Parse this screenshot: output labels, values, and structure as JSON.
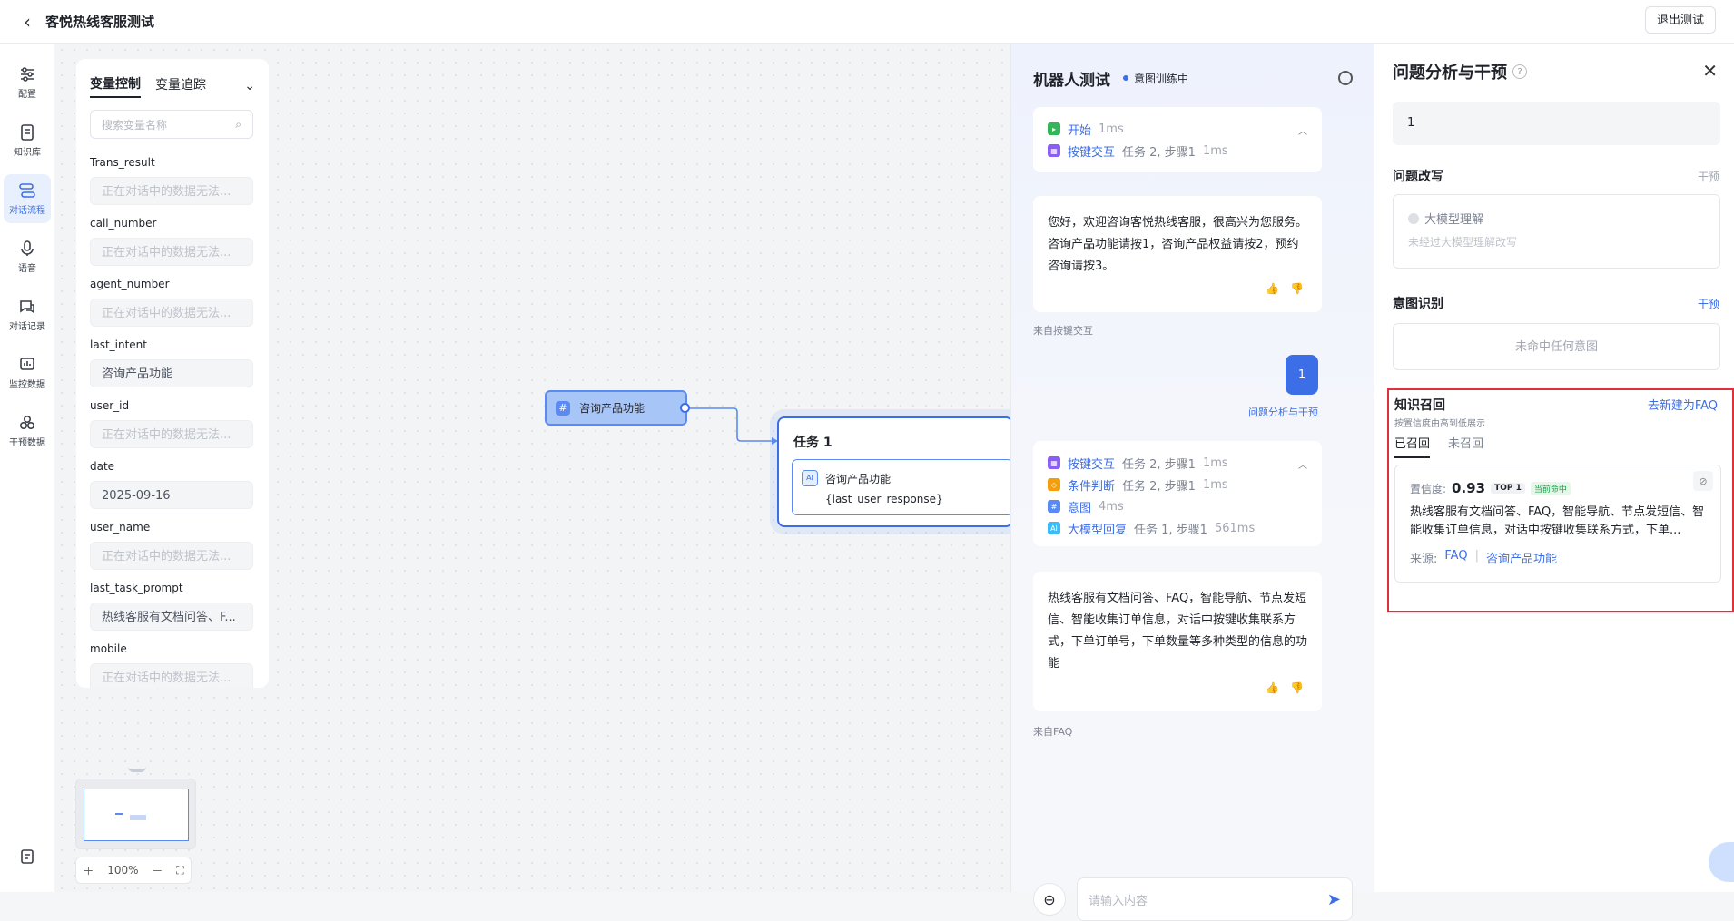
{
  "header": {
    "title": "客悦热线客服测试",
    "exit_label": "退出测试"
  },
  "nav": {
    "items": [
      {
        "label": "配置",
        "icon": "sliders-icon"
      },
      {
        "label": "知识库",
        "icon": "book-icon"
      },
      {
        "label": "对话流程",
        "icon": "flow-icon"
      },
      {
        "label": "语音",
        "icon": "mic-icon"
      },
      {
        "label": "对话记录",
        "icon": "chat-icon"
      },
      {
        "label": "监控数据",
        "icon": "monitor-icon"
      },
      {
        "label": "干预数据",
        "icon": "intervene-icon"
      }
    ]
  },
  "variables": {
    "tabs": [
      "变量控制",
      "变量追踪"
    ],
    "search_placeholder": "搜索变量名称",
    "items": [
      {
        "name": "Trans_result",
        "value": "正在对话中的数据无法..."
      },
      {
        "name": "call_number",
        "value": "正在对话中的数据无法..."
      },
      {
        "name": "agent_number",
        "value": "正在对话中的数据无法..."
      },
      {
        "name": "last_intent",
        "value": "咨询产品功能"
      },
      {
        "name": "user_id",
        "value": "正在对话中的数据无法..."
      },
      {
        "name": "date",
        "value": "2025-09-16"
      },
      {
        "name": "user_name",
        "value": "正在对话中的数据无法..."
      },
      {
        "name": "last_task_prompt",
        "value": "热线客服有文档问答、F..."
      },
      {
        "name": "mobile",
        "value": "正在对话中的数据无法..."
      }
    ]
  },
  "canvas": {
    "zoom": "100%",
    "node_intent": "咨询产品功能",
    "task_title": "任务 1",
    "task_content": "咨询产品功能{last_user_response}"
  },
  "chat": {
    "title": "机器人测试",
    "status": "意图训练中",
    "trace1": [
      {
        "name": "开始",
        "meta": "",
        "ms": "1ms"
      },
      {
        "name": "按键交互",
        "meta": "任务 2, 步骤1",
        "ms": "1ms"
      }
    ],
    "bot_msg1": "您好，欢迎咨询客悦热线客服，很高兴为您服务。咨询产品功能请按1，咨询产品权益请按2，预约咨询请按3。",
    "from1": "来自按键交互",
    "user_msg": "1",
    "analysis_link": "问题分析与干预",
    "trace2": [
      {
        "name": "按键交互",
        "meta": "任务 2, 步骤1",
        "ms": "1ms"
      },
      {
        "name": "条件判断",
        "meta": "任务 2, 步骤1",
        "ms": "1ms"
      },
      {
        "name": "意图",
        "meta": "",
        "ms": "4ms"
      },
      {
        "name": "大模型回复",
        "meta": "任务 1, 步骤1",
        "ms": "561ms"
      }
    ],
    "bot_msg2": "热线客服有文档问答、FAQ，智能导航、节点发短信、智能收集订单信息，对话中按键收集联系方式，下单订单号，下单数量等多种类型的信息的功能",
    "from2": "来自FAQ",
    "input_placeholder": "请输入内容"
  },
  "analysis": {
    "title": "问题分析与干预",
    "query": "1",
    "rewrite": {
      "heading": "问题改写",
      "action": "干预",
      "label": "大模型理解",
      "sub": "未经过大模型理解改写"
    },
    "intent": {
      "heading": "意图识别",
      "action": "干预",
      "empty": "未命中任何意图"
    },
    "recall": {
      "heading": "知识召回",
      "action": "去新建为FAQ",
      "sub": "按置信度由高到低展示",
      "tabs": [
        "已召回",
        "未召回"
      ],
      "conf_label": "置信度:",
      "conf_value": "0.93",
      "rank": "TOP 1",
      "hit": "当前命中",
      "text": "热线客服有文档问答、FAQ，智能导航、节点发短信、智能收集订单信息，对话中按键收集联系方式，下单...",
      "source_label": "来源:",
      "source_type": "FAQ",
      "source_name": "咨询产品功能"
    }
  }
}
